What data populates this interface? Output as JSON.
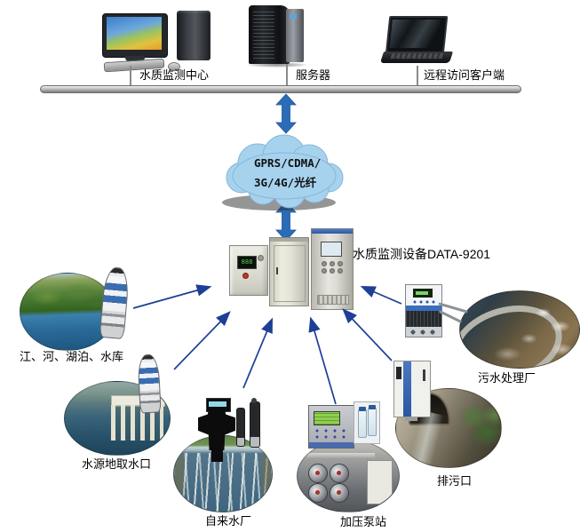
{
  "header": {
    "devices": [
      {
        "label": "水质监测中心"
      },
      {
        "label": "服务器"
      },
      {
        "label": "远程访问客户端"
      }
    ]
  },
  "cloud": {
    "line1": "GPRS/CDMA/",
    "line2": "3G/4G/光纤"
  },
  "equipment": {
    "label": "水质监测设备DATA-9201"
  },
  "sites": [
    {
      "label": "江、河、湖泊、水库"
    },
    {
      "label": "水源地取水口"
    },
    {
      "label": "自来水厂"
    },
    {
      "label": "加压泵站"
    },
    {
      "label": "排污口"
    },
    {
      "label": "污水处理厂"
    }
  ],
  "colors": {
    "arrow": "#1d3f96",
    "double_arrow": "#2b6cb8",
    "cloud_fill": "#a7d2ee",
    "cloud_stroke": "#86b6d9",
    "bus_bar": "#8f8f8f",
    "cabinet_body": "#d9d9cf",
    "cabinet_top_band": "#3a6fbf"
  }
}
